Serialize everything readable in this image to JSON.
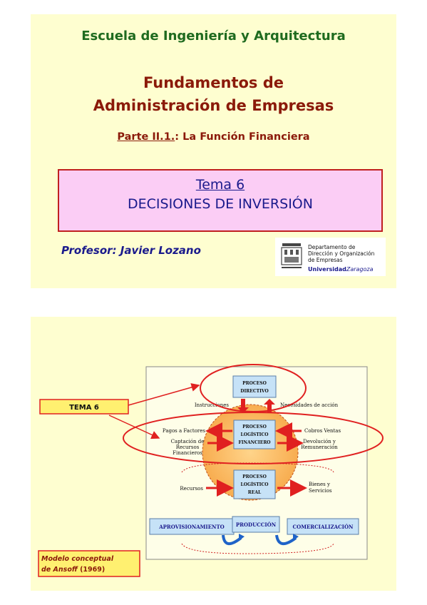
{
  "slide1": {
    "school": "Escuela de Ingeniería y Arquitectura",
    "course_line1": "Fundamentos de",
    "course_line2": "Administración de Empresas",
    "part_label": "Parte II.1.",
    "part_rest": ": La Función Financiera",
    "tema_title": "Tema 6",
    "tema_subtitle": "DECISIONES DE INVERSIÓN",
    "professor": "Profesor: Javier Lozano",
    "logo": {
      "dept_line1": "Departamento de",
      "dept_line2": "Dirección y Organización",
      "dept_line3": "de Empresas",
      "university_a": "Universidad",
      "university_b": "Zaragoza",
      "emblem": "university-shield-icon"
    }
  },
  "slide2": {
    "tema_label": "TEMA 6",
    "boxes": {
      "directivo_1": "PROCESO",
      "directivo_2": "DIRECTIVO",
      "financiero_1": "PROCESO",
      "financiero_2": "LOGÍSTICO",
      "financiero_3": "FINANCIERO",
      "real_1": "PROCESO",
      "real_2": "LOGÍSTICO",
      "real_3": "REAL",
      "aprovisionamiento": "APROVISIONAMIENTO",
      "produccion": "PRODUCCIÓN",
      "comercializacion": "COMERCIALIZACIÓN"
    },
    "labels": {
      "instrucciones": "Instrucciones",
      "necesidades": "Necesidades de acción",
      "pagos": "Pagos a Factores",
      "captacion_1": "Captación de",
      "captacion_2": "Recursos",
      "captacion_3": "Financieros",
      "cobros": "Cobros Ventas",
      "devolucion_1": "Devolución y",
      "devolucion_2": "Remuneración",
      "recursos": "Recursos",
      "bienes_1": "Bienes y",
      "bienes_2": "Servicios"
    },
    "model_note_1": "Modelo conceptual",
    "model_note_2a": "de Ansoff",
    "model_note_2b": " (1969)"
  },
  "colors": {
    "slide_bg": "#fefed0",
    "green_title": "#1f6b1f",
    "dark_red": "#8b1a0a",
    "navy": "#1a1a8c",
    "pink_box": "#fbcdf5",
    "orange_circle": "#f9b45a",
    "box_blue": "#c6e2f7",
    "highlight_red": "#e02020"
  }
}
